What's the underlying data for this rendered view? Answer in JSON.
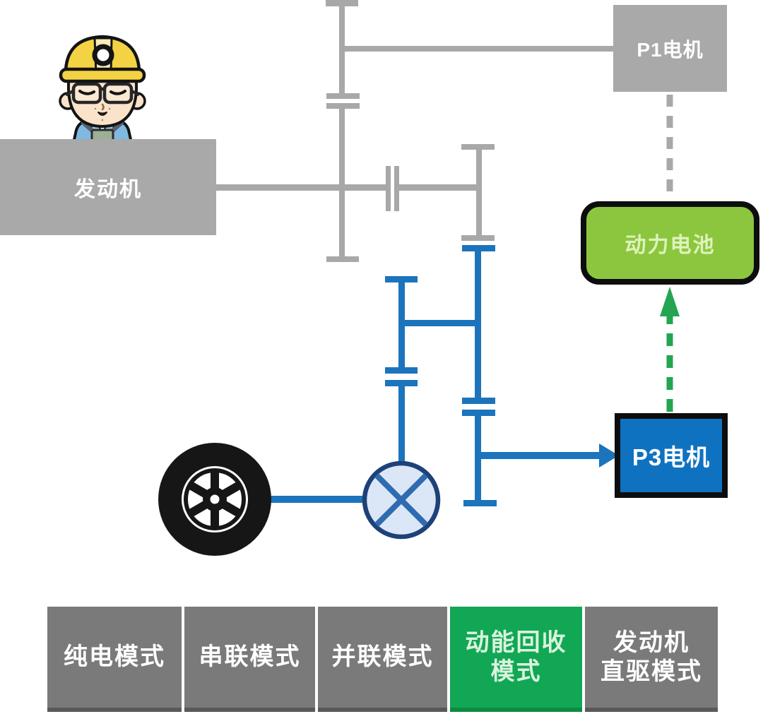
{
  "nodes": {
    "engine": {
      "label": "发动机"
    },
    "p1_motor": {
      "label": "P1电机"
    },
    "battery": {
      "label": "动力电池"
    },
    "p3_motor": {
      "label": "P3电机"
    }
  },
  "mode_tabs": [
    {
      "line1": "纯电模式",
      "line2": "",
      "active": false
    },
    {
      "line1": "串联模式",
      "line2": "",
      "active": false
    },
    {
      "line1": "并联模式",
      "line2": "",
      "active": false
    },
    {
      "line1": "动能回收",
      "line2": "模式",
      "active": true
    },
    {
      "line1": "发动机",
      "line2": "直驱模式",
      "active": false
    }
  ],
  "icons": {
    "engineer": "engineer-avatar",
    "wheel": "wheel-icon",
    "differential": "differential-icon",
    "regen_arrow": "regen-dashed-arrow-icon",
    "p3_arrow": "p3-output-arrow-icon",
    "battery_link": "p1-battery-dashed-link"
  },
  "colors": {
    "gray-line": "#a8a8a8",
    "gray-box": "#a9a9a9",
    "blue": "#1b74bc",
    "blue-box": "#0f72c0",
    "navy-outline": "#1e4178",
    "diff-fill": "#dbe6f6",
    "cross-blue": "#2e6bb1",
    "green-box": "#8cc63e",
    "green-arrow": "#23a551",
    "green-cell": "#12a754",
    "cell-gray": "#7a7a7a",
    "wheel-black": "#161616"
  }
}
